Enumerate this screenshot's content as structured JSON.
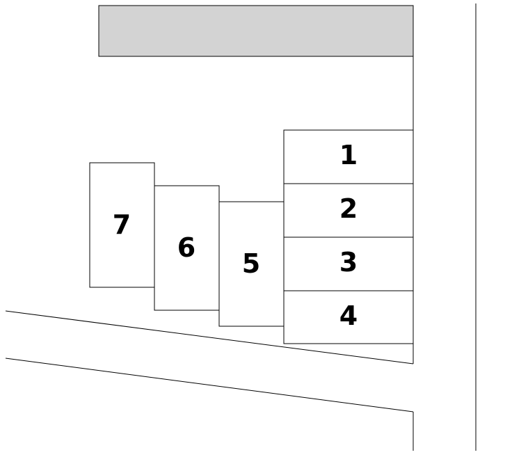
{
  "colors": {
    "building": "#d3d3d3",
    "lot_fill": "#ffffff",
    "stroke": "#000000"
  },
  "lots": [
    {
      "id": "1",
      "label": "1"
    },
    {
      "id": "2",
      "label": "2"
    },
    {
      "id": "3",
      "label": "3"
    },
    {
      "id": "4",
      "label": "4"
    },
    {
      "id": "5",
      "label": "5"
    },
    {
      "id": "6",
      "label": "6"
    },
    {
      "id": "7",
      "label": "7"
    }
  ]
}
